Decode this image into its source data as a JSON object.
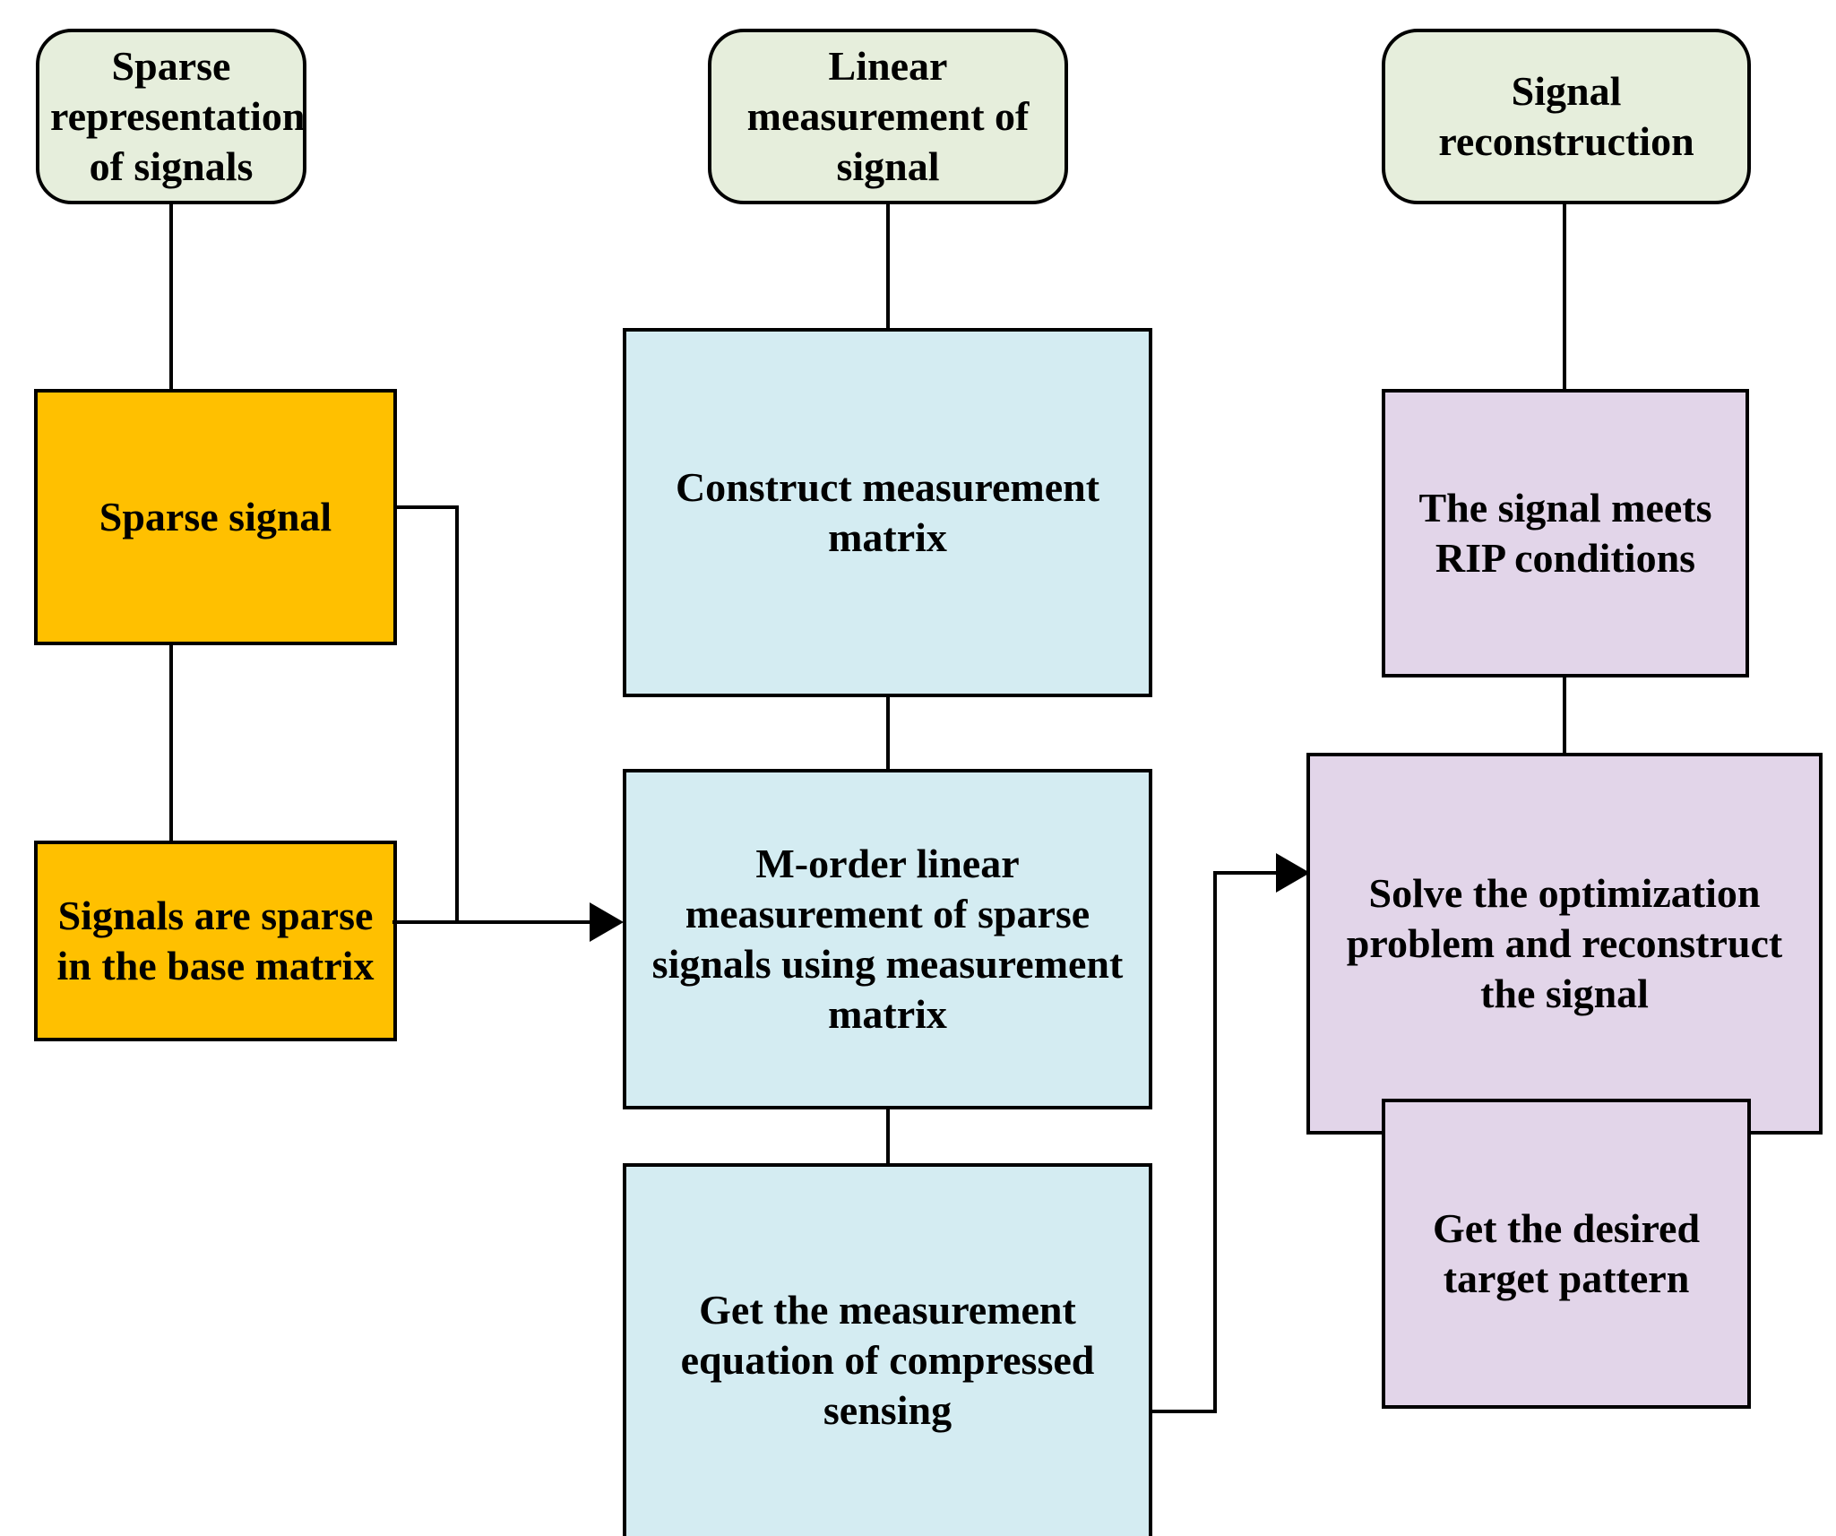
{
  "diagram": {
    "title": "Compressed sensing flowchart",
    "colors": {
      "stage_fill": "#e6eedc",
      "sparse_fill": "#ffc000",
      "measurement_fill": "#d4ecf2",
      "reconstruction_fill": "#e2d5e9",
      "stroke": "#000000",
      "background": "#ffffff"
    },
    "columns": [
      {
        "id": "sparse-representation",
        "stage_label": "Sparse representation of signals",
        "steps": [
          "Sparse signal",
          "Signals are sparse in the base matrix"
        ]
      },
      {
        "id": "linear-measurement",
        "stage_label": "Linear measurement of signal",
        "steps": [
          "Construct measurement matrix",
          "M-order linear measurement of sparse signals using measurement matrix",
          "Get the measurement equation of compressed sensing"
        ]
      },
      {
        "id": "signal-reconstruction",
        "stage_label": "Signal reconstruction",
        "steps": [
          "The signal meets RIP conditions",
          "Solve the optimization problem and reconstruct the signal",
          "Get the desired target pattern"
        ]
      }
    ],
    "connectors": [
      {
        "id": "stage1-to-sparse-signal",
        "kind": "line"
      },
      {
        "id": "sparse-signal-to-base-matrix",
        "kind": "line"
      },
      {
        "id": "sparse-signal-to-m-order",
        "kind": "arrow"
      },
      {
        "id": "stage2-to-construct-matrix",
        "kind": "line"
      },
      {
        "id": "construct-matrix-to-m-order",
        "kind": "line"
      },
      {
        "id": "m-order-to-measurement-equation",
        "kind": "line"
      },
      {
        "id": "measurement-equation-to-solve-optimization",
        "kind": "arrow"
      },
      {
        "id": "stage3-to-rip-conditions",
        "kind": "line"
      },
      {
        "id": "rip-conditions-to-solve-optimization",
        "kind": "line"
      },
      {
        "id": "solve-optimization-to-target-pattern",
        "kind": "line"
      }
    ]
  }
}
